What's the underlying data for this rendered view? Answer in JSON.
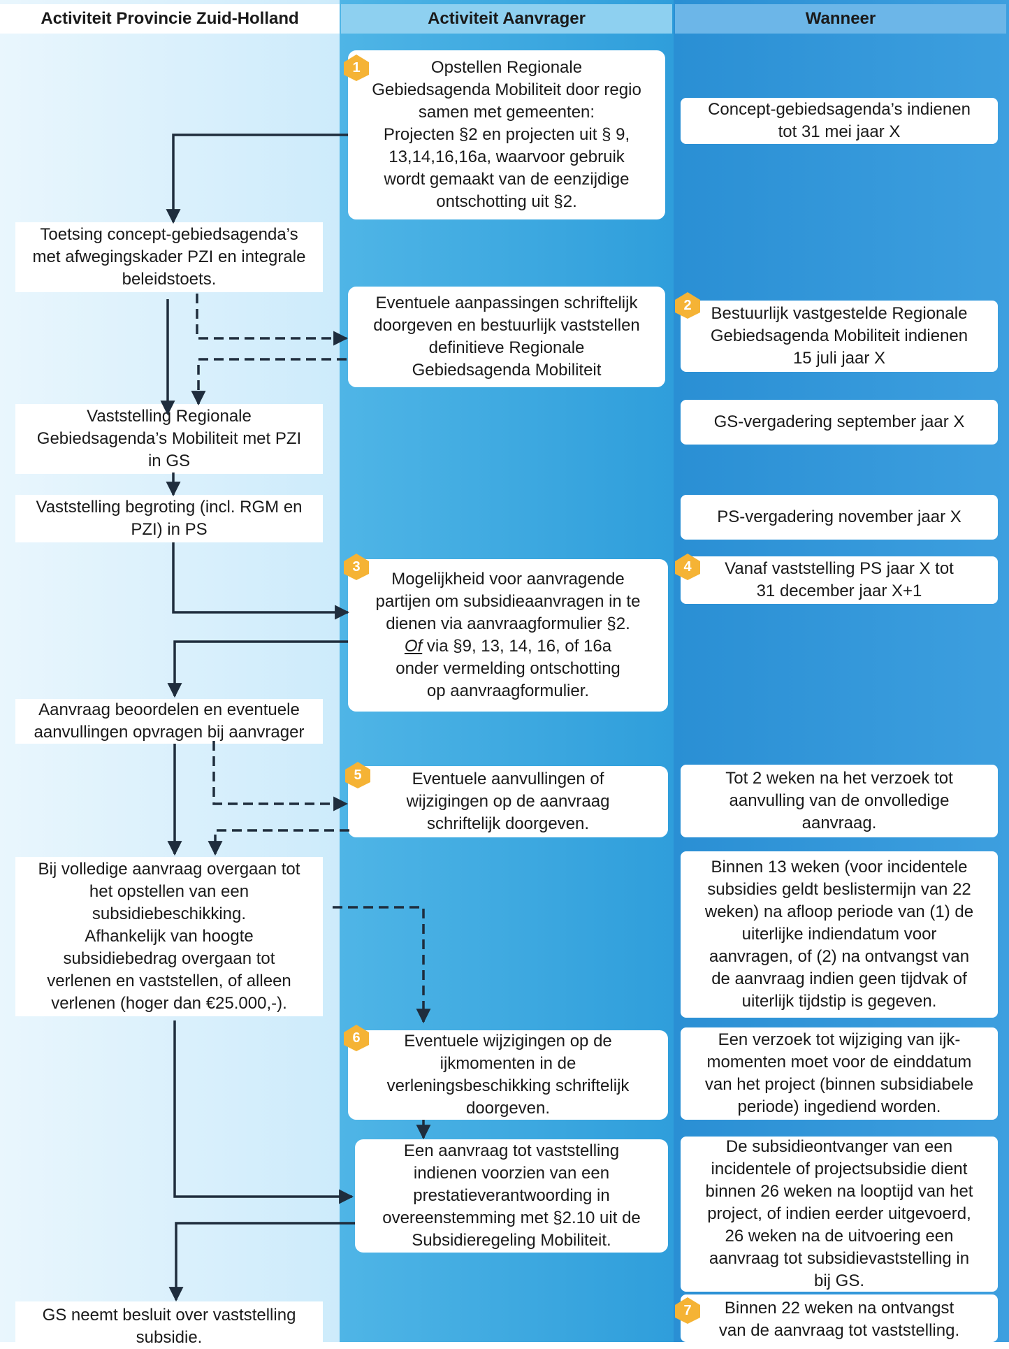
{
  "headers": {
    "provincie": "Activiteit Provincie Zuid-Holland",
    "aanvrager": "Activiteit Aanvrager",
    "wanneer": "Wanneer"
  },
  "aanvrager_steps": {
    "step1": "Opstellen Regionale\nGebiedsagenda Mobiliteit door regio\nsamen met gemeenten:\nProjecten §2 en projecten uit § 9,\n13,14,16,16a, waarvoor gebruik\nwordt gemaakt van de eenzijdige\nontschotting uit §2.",
    "step_aanpassingen": "Eventuele aanpassingen schriftelijk\ndoorgeven en bestuurlijk vaststellen\ndefinitieve Regionale\nGebiedsagenda Mobiliteit",
    "step3_a": "Mogelijkheid voor aanvragende\npartijen om subsidieaanvragen in te\ndienen via aanvraagformulier §2.",
    "step3_of": "Of",
    "step3_b": " via §9, 13, 14, 16, of 16a",
    "step3_c": "onder vermelding ontschotting\nop aanvraagformulier.",
    "step5": "Eventuele aanvullingen of\nwijzigingen op de aanvraag\nschriftelijk doorgeven.",
    "step6": "Eventuele wijzigingen op de\nijkmomenten in de\nverleningsbeschikking schriftelijk\ndoorgeven.",
    "step_vaststelling": "Een aanvraag tot vaststelling\nindienen voorzien van een\nprestatieverantwoording in\novereenstemming met §2.10 uit de\nSubsidieregeling Mobiliteit."
  },
  "provincie_steps": {
    "toetsing": "Toetsing concept-gebiedsagenda’s\nmet afwegingskader PZI en integrale\nbeleidstoets.",
    "vaststelling_gs": "Vaststelling Regionale\nGebiedsagenda’s Mobiliteit met PZI\nin GS",
    "begroting": "Vaststelling begroting (incl. RGM en\nPZI) in PS",
    "beoordelen": "Aanvraag beoordelen en eventuele\naanvullingen opvragen bij aanvrager",
    "beschikking": "Bij volledige aanvraag overgaan tot\nhet opstellen van een\nsubsidiebeschikking.\nAfhankelijk van hoogte\nsubsidiebedrag overgaan tot\nverlenen en vaststellen, of alleen\nverlenen (hoger dan €25.000,-).",
    "besluit": "GS neemt besluit over vaststelling\nsubsidie."
  },
  "wanneer_items": {
    "w1": "Concept-gebiedsagenda’s indienen\ntot 31 mei jaar X",
    "w2": "Bestuurlijk vastgestelde Regionale\nGebiedsagenda Mobiliteit indienen\n15 juli jaar X",
    "w_gs": "GS-vergadering september jaar X",
    "w_ps": "PS-vergadering november jaar X",
    "w4": "Vanaf vaststelling PS jaar X tot\n31 december jaar X+1",
    "w5": "Tot 2 weken na het verzoek tot\naanvulling van de onvolledige\naanvraag.",
    "w_binnen13": "Binnen 13 weken (voor incidentele\nsubsidies geldt beslistermijn van 22\nweken) na afloop periode van (1) de\nuiterlijke indiendatum voor\naanvragen, of (2) na ontvangst van\nde aanvraag indien geen tijdvak of\nuiterlijk tijdstip is gegeven.",
    "w6": "Een verzoek tot wijziging van ijk-\nmomenten moet voor de einddatum\nvan het project (binnen subsidiabele\nperiode) ingediend worden.",
    "w_26weken": "De subsidieontvanger van een\nincidentele of projectsubsidie dient\nbinnen 26 weken na looptijd van het\nproject, of indien eerder uitgevoerd,\n26 weken na de uitvoering een\naanvraag tot subsidievaststelling in\nbij GS.",
    "w7": "Binnen 22 weken na ontvangst\nvan de aanvraag tot vaststelling."
  },
  "badges": [
    "1",
    "2",
    "3",
    "4",
    "5",
    "6",
    "7"
  ],
  "colors": {
    "badge": "#f5b335",
    "lane_provincie": "#d8effb",
    "lane_aanvrager": "#3fa9e0",
    "lane_wanneer": "#2f96d8"
  }
}
